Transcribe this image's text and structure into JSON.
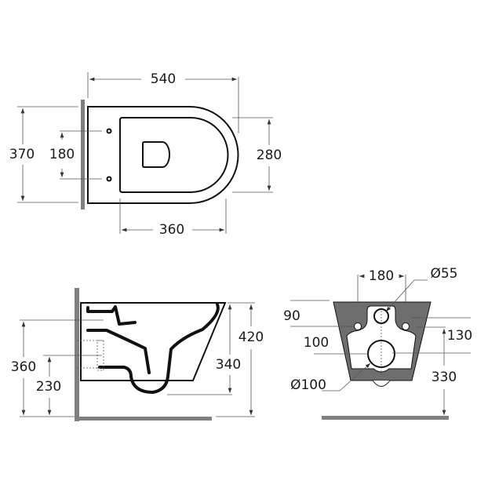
{
  "top_view": {
    "width": "540",
    "depth": "370",
    "fixing_spacing": "180",
    "front_width": "280",
    "bowl_length": "360"
  },
  "side_view": {
    "total_height": "420",
    "bowl_height": "340",
    "outlet_height": "360",
    "inlet_height": "230"
  },
  "front_view": {
    "fixing_spacing": "180",
    "inlet_diameter": "Ø55",
    "top_offset": "90",
    "fixing_to_outlet": "100",
    "fixing_offset": "130",
    "outlet_height": "330",
    "outlet_diameter": "Ø100"
  },
  "colors": {
    "wall": "#808080",
    "line": "#111111",
    "body_fill": "#6e6e6e"
  }
}
